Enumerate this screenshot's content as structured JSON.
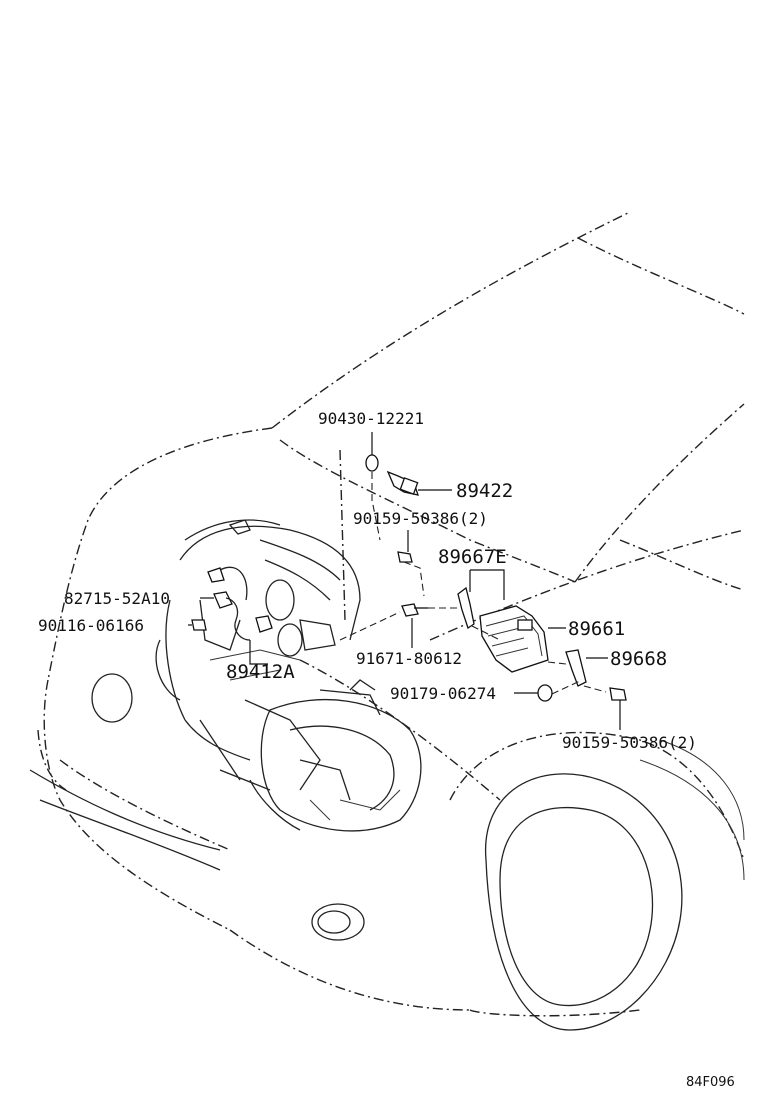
{
  "diagram": {
    "labels": {
      "p90430": "90430-12221",
      "p89422": "89422",
      "p90159a": "90159-50386(2)",
      "p89667e": "89667E",
      "p82715": "82715-52A10",
      "p90116": "90116-06166",
      "p89661": "89661",
      "p91671": "91671-80612",
      "p89668": "89668",
      "p89412a": "89412A",
      "p90179": "90179-06274",
      "p90159b": "90159-50386(2)"
    },
    "reference": "84F096"
  },
  "colors": {
    "line": "#111111",
    "background": "#ffffff"
  }
}
